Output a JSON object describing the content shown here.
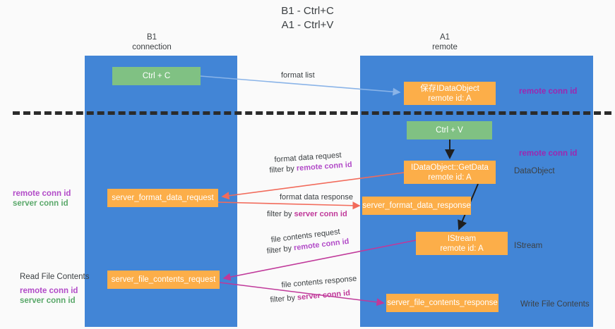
{
  "title": "B1 - Ctrl+C\nA1 - Ctrl+V",
  "columns": {
    "left": {
      "header": "B1\nconnection"
    },
    "right": {
      "header": "A1\nremote"
    }
  },
  "nodes": {
    "ctrl_c": {
      "label": "Ctrl + C",
      "color": "#80c183"
    },
    "save_idataobject": {
      "label": "保存IDataObject\nremote id: A",
      "color": "#fcae49"
    },
    "ctrl_v": {
      "label": "Ctrl + V",
      "color": "#80c183"
    },
    "getdata": {
      "label": "IDataObject::GetData\nremote id: A",
      "color": "#fcae49"
    },
    "server_format_data_request": {
      "label": "server_format_data_request",
      "color": "#fcae49"
    },
    "server_format_data_response": {
      "label": "server_format_data_response",
      "color": "#fcae49"
    },
    "istream": {
      "label": "IStream\nremote id: A",
      "color": "#fcae49"
    },
    "server_file_contents_request": {
      "label": "server_file_contents_request",
      "color": "#fcae49"
    },
    "server_file_contents_response": {
      "label": "server_file_contents_response",
      "color": "#fcae49"
    }
  },
  "edge_labels": {
    "format_list": "format list",
    "format_data_request": "format data request",
    "format_data_request_filter_prefix": "filter by ",
    "format_data_request_filter_key": "remote conn id",
    "format_data_response": "format data response",
    "format_data_response_filter_prefix": "filter by ",
    "format_data_response_filter_key": "server conn id",
    "file_contents_request": "file contents request",
    "file_contents_request_filter_prefix": "filter by ",
    "file_contents_request_filter_key": "remote conn id",
    "file_contents_response": "file contents response",
    "file_contents_response_filter_prefix": "filter by ",
    "file_contents_response_filter_key": "server conn id"
  },
  "right_notes": {
    "remote_conn_id_top": "remote conn id",
    "remote_conn_id_mid": "remote conn id",
    "dataobject": "DataObject",
    "istream": "IStream",
    "write_file_contents": "Write File Contents"
  },
  "left_notes": {
    "group1_remote": "remote conn id",
    "group1_server": "server conn id",
    "read_file_contents": "Read File Contents",
    "group2_remote": "remote conn id",
    "group2_server": "server conn id"
  },
  "colors": {
    "lane": "#4285d6",
    "green_node": "#80c183",
    "orange_node": "#fcae49",
    "purple_text": "#b24bc8",
    "green_text": "#5aa86a",
    "magenta_text": "#c0399a",
    "arrow_blue": "#8ab4e8",
    "arrow_red": "#f26b5b",
    "arrow_magenta": "#c0399a",
    "arrow_black": "#1f1f1f",
    "divider": "#2b2b2b",
    "background": "#fafafa"
  }
}
